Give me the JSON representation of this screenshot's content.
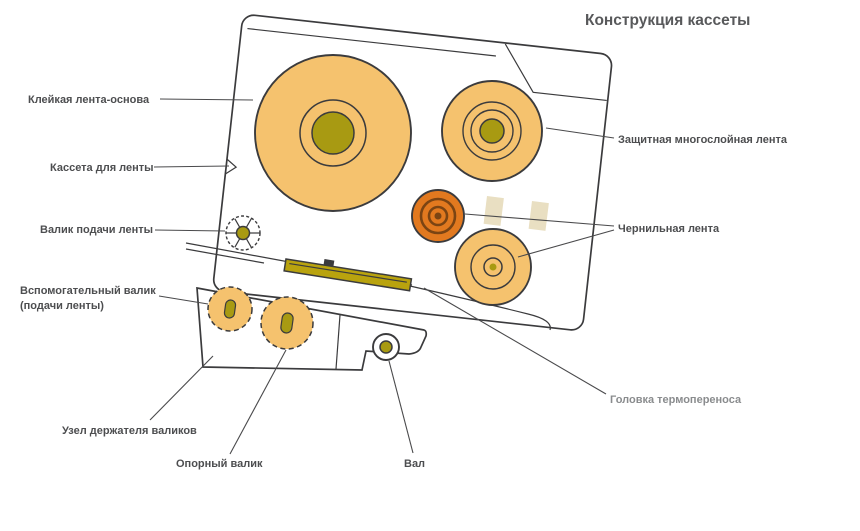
{
  "title": "Конструкция кассеты",
  "labels": {
    "adhesive_base_tape": "Клейкая лента-основа",
    "tape_cassette": "Кассета для ленты",
    "tape_feed_roller": "Валик подачи ленты",
    "auxiliary_roller_line1": "Вспомогательный валик",
    "auxiliary_roller_line2": "(подачи ленты)",
    "roller_holder_assembly": "Узел держателя валиков",
    "support_roller": "Опорный валик",
    "shaft": "Вал",
    "protective_multilayer_tape": "Защитная многослойная лента",
    "ink_ribbon": "Чернильная лента",
    "thermal_transfer_head": "Головка термопереноса"
  },
  "colors": {
    "spool_fill": "#F5C26E",
    "hub_fill": "#A89A12",
    "ink_spool_fill": "#E2791F",
    "ink_ring": "#7B4413",
    "printhead_fill": "#B9A30E",
    "guide_fill": "#E9DFC2",
    "roller_fill": "#FFFFFF",
    "outline": "#3B3B3D",
    "label_text": "#4D4E50",
    "muted_label_text": "#8A8C8E",
    "title_text": "#58595B"
  }
}
